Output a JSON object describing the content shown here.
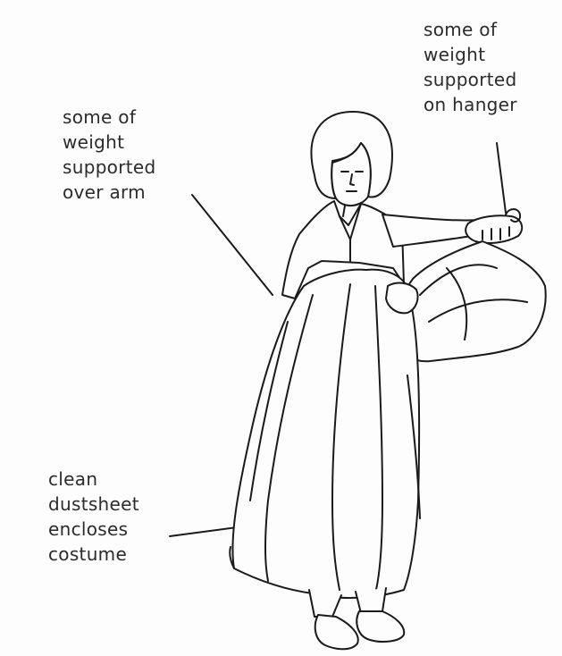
{
  "annotations": {
    "over_arm": [
      "some of",
      "weight",
      "supported",
      "over arm"
    ],
    "on_hanger": [
      "some of",
      "weight",
      "supported",
      "on hanger"
    ],
    "dustsheet": [
      "clean",
      "dustsheet",
      "encloses",
      "costume"
    ]
  },
  "colors": {
    "ink": "#1a1a1a",
    "background": "#fdfdfd"
  }
}
